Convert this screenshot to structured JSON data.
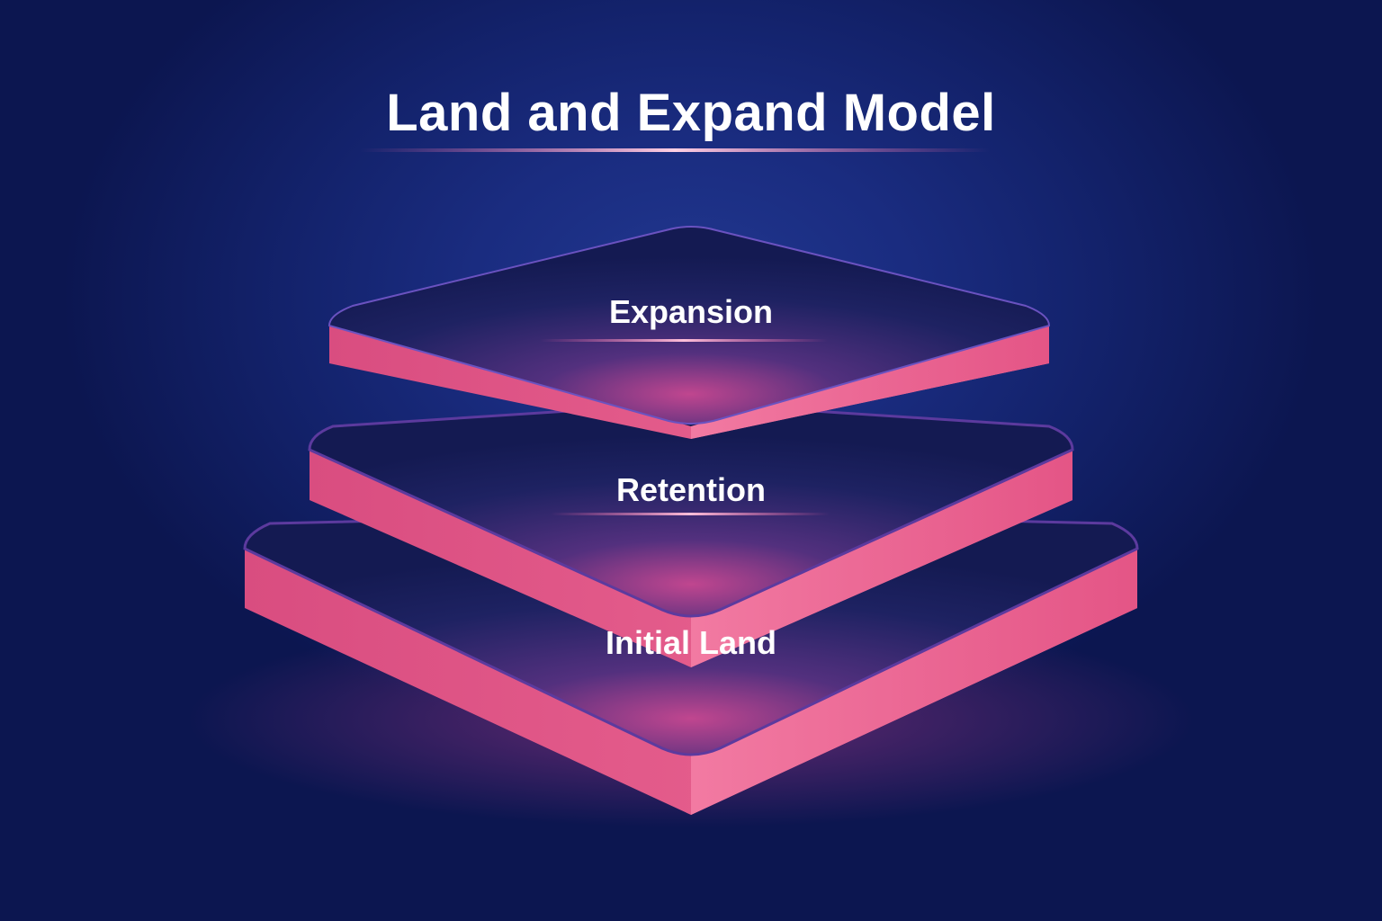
{
  "title": "Land and Expand Model",
  "colors": {
    "background": "#13226b",
    "slab_side": "#e4507f",
    "slab_top": "#1c2160",
    "glow": "#ff5fa0",
    "text": "#ffffff"
  },
  "layers": [
    {
      "label": "Expansion",
      "level": 3
    },
    {
      "label": "Retention",
      "level": 2
    },
    {
      "label": "Initial Land",
      "level": 1
    }
  ]
}
